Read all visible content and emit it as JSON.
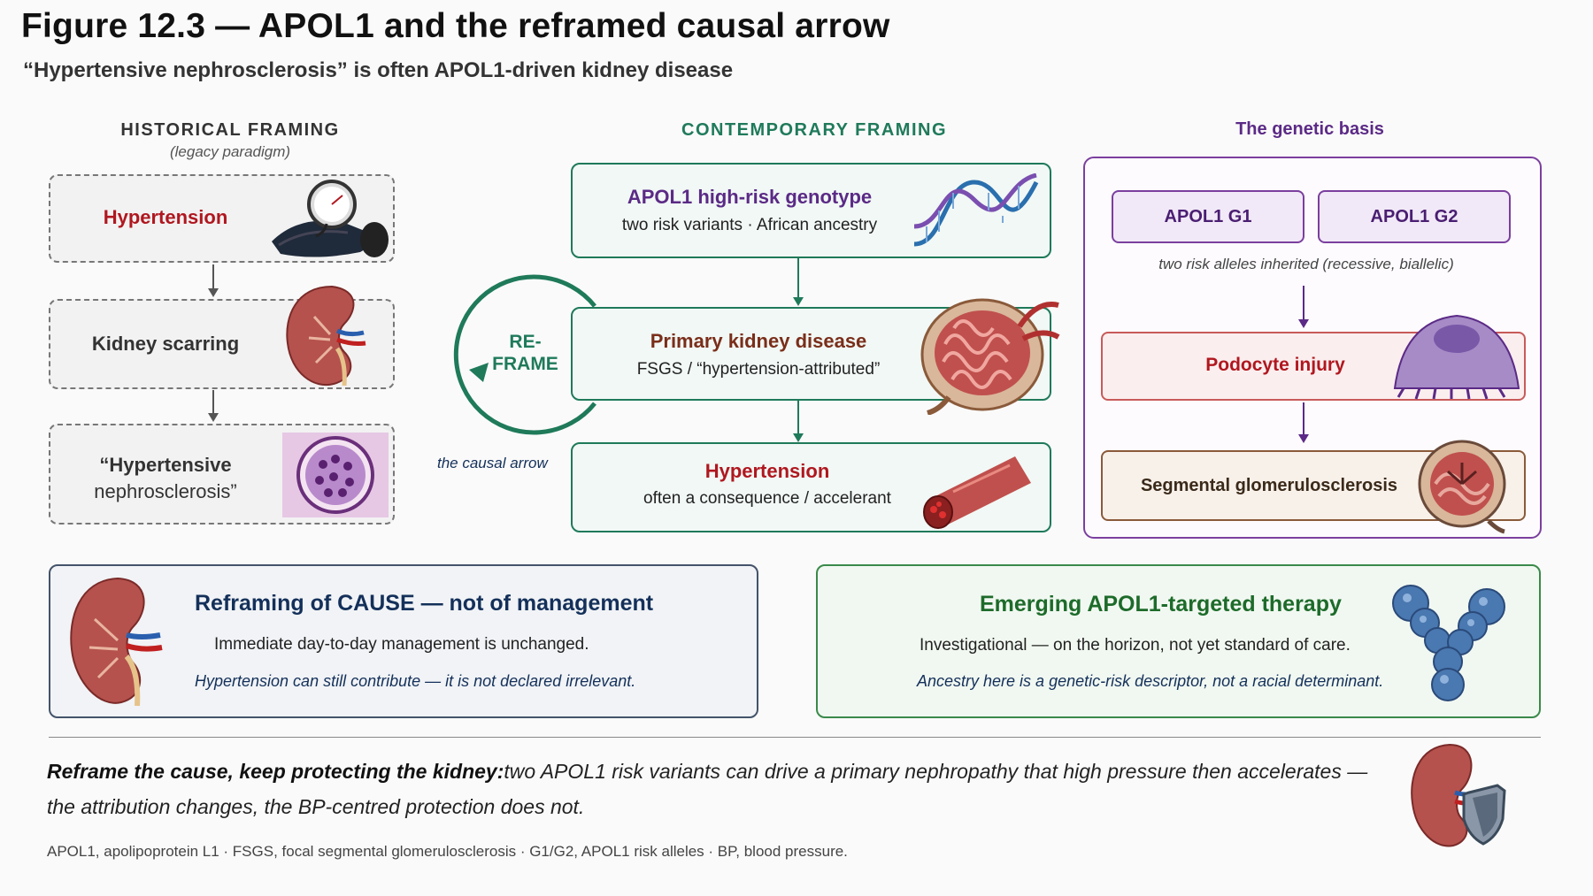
{
  "title": "Figure 12.3 — APOL1 and the reframed causal arrow",
  "subtitle": "“Hypertensive nephrosclerosis” is often APOL1-driven kidney disease",
  "historical": {
    "heading": "HISTORICAL FRAMING",
    "subheading": "(legacy paradigm)",
    "boxes": [
      "Hypertension",
      "Kidney scarring",
      "“Hypertensive",
      "nephrosclerosis”"
    ]
  },
  "contemporary": {
    "heading": "CONTEMPORARY  FRAMING",
    "box1_title": "APOL1 high-risk genotype",
    "box1_sub": "two risk variants · African ancestry",
    "box2_title": "Primary kidney disease",
    "box2_sub": "FSGS / “hypertension-attributed”",
    "box3_title": "Hypertension",
    "box3_sub": "often a consequence / accelerant",
    "reframe_line1": "RE-",
    "reframe_line2": "FRAME",
    "causal_label": "the causal arrow"
  },
  "genetic": {
    "heading": "The genetic basis",
    "allele1": "APOL1 G1",
    "allele2": "APOL1 G2",
    "inherit_note": "two risk alleles inherited (recessive, biallelic)",
    "podocyte": "Podocyte injury",
    "sclerosis": "Segmental glomerulosclerosis"
  },
  "panel_left": {
    "title": "Reframing of CAUSE — not of management",
    "line": "Immediate day-to-day management is unchanged.",
    "note": "Hypertension can still contribute — it is not declared irrelevant."
  },
  "panel_right": {
    "title": "Emerging APOL1-targeted therapy",
    "line": "Investigational — on the horizon, not yet standard of care.",
    "note": "Ancestry here is a genetic-risk descriptor, not a racial determinant."
  },
  "summary": {
    "bold": "Reframe the cause, keep protecting the kidney:",
    "text": "two APOL1 risk variants can drive a primary nephropathy that high pressure then accelerates — the attribution changes, the BP-centred protection does not."
  },
  "footnote": "APOL1, apolipoprotein L1  · FSGS, focal segmental glomerulosclerosis  · G1/G2, APOL1 risk alleles  · BP, blood pressure.",
  "colors": {
    "red": "#b0171f",
    "green": "#1f7a5a",
    "purple": "#7b3f9e",
    "navy": "#14305a",
    "dark_green": "#1d6b2a"
  }
}
